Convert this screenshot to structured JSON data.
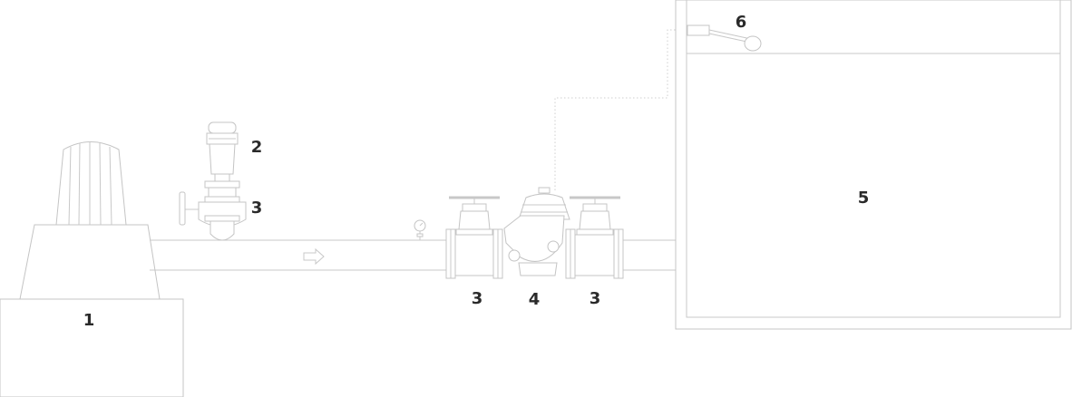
{
  "callouts": {
    "pump_station": "1",
    "actuator": "2",
    "valve_top": "3",
    "valve_left": "3",
    "valve_right": "3",
    "control_valve": "4",
    "tank": "5",
    "float_switch": "6"
  },
  "colors": {
    "line": "#c8c8c8",
    "label": "#2a2a2a",
    "background": "#ffffff"
  }
}
